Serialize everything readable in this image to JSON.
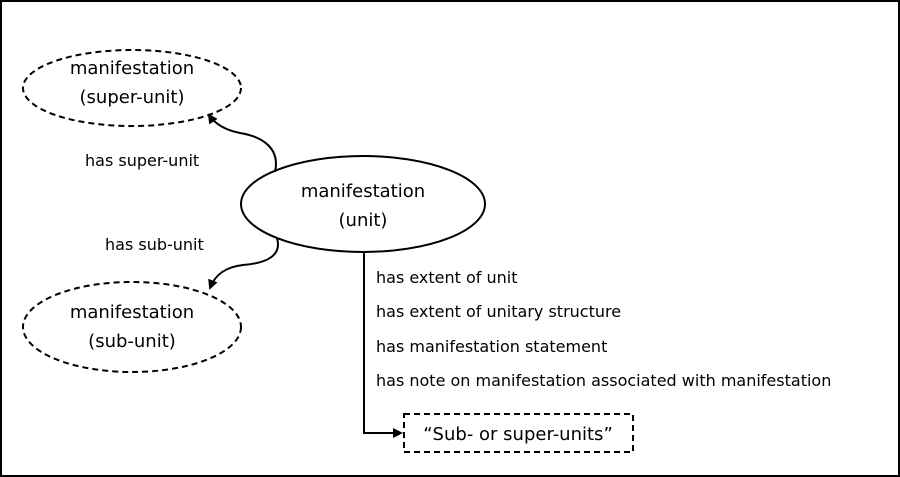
{
  "diagram": {
    "nodes": {
      "super_unit": {
        "line1": "manifestation",
        "line2": "(super-unit)",
        "style": "dashed"
      },
      "unit": {
        "line1": "manifestation",
        "line2": "(unit)",
        "style": "solid"
      },
      "sub_unit": {
        "line1": "manifestation",
        "line2": "(sub-unit)",
        "style": "dashed"
      },
      "sub_or_super_units": {
        "label": "“Sub- or super-units”",
        "style": "dashed"
      }
    },
    "edges": {
      "has_super_unit": "has super-unit",
      "has_sub_unit": "has sub-unit"
    },
    "attributes": [
      "has extent of unit",
      "has extent of unitary structure",
      "has manifestation statement",
      "has note on manifestation associated with manifestation"
    ],
    "colors": {
      "stroke": "#000000",
      "background": "#ffffff"
    }
  }
}
